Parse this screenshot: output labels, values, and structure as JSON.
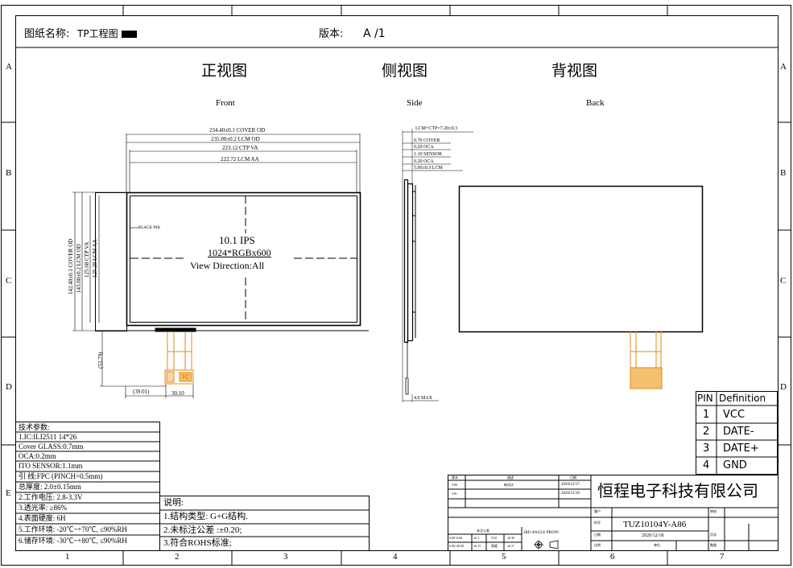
{
  "header": {
    "drawing_name_label": "图纸名称:",
    "drawing_name_value": "TP工程图",
    "version_label": "版本:",
    "version_value": "A /1"
  },
  "border": {
    "cols": [
      "1",
      "2",
      "3",
      "4",
      "5",
      "6",
      "7"
    ],
    "rows": [
      "A",
      "B",
      "C",
      "D",
      "E"
    ]
  },
  "views": {
    "front_title": "正视图",
    "front_sub": "Front",
    "side_title": "侧视图",
    "side_sub": "Side",
    "back_title": "背视图",
    "back_sub": "Back"
  },
  "front": {
    "dims": [
      "234.40±0.1 COVER OD",
      "235.00±0.2 LCM OD",
      "223.12 CTP VA",
      "222.72 LCM AA"
    ],
    "vdims": [
      "142.40±0.1 COVER OD",
      "143.00±0.2 LCM OD",
      "125.68 CTP VA",
      "125.28 LCM AA"
    ],
    "black_ink": "BLACK INK",
    "screen_lines": [
      "10.1 IPS",
      "1024*RGBx600",
      "View Direction:All"
    ],
    "fpc_dims": [
      "(53.79)",
      "(39.01)",
      "30.10"
    ],
    "ic_label": "IC"
  },
  "side": {
    "dims": [
      "LCM+CTP=7.20±0.3",
      "0.70 COVER",
      "0.20 OCA",
      "1.10 SENSOR",
      "0.20 OCA",
      "5.00±0.3 LCM"
    ],
    "bottom_dim": "4.0 MAX"
  },
  "pin_table": {
    "headers": [
      "PIN",
      "Definition"
    ],
    "rows": [
      [
        "1",
        "VCC"
      ],
      [
        "2",
        "DATE-"
      ],
      [
        "3",
        "DATE+"
      ],
      [
        "4",
        "GND"
      ]
    ]
  },
  "specs": {
    "title": "技术参数:",
    "lines": [
      "1.IC:ILI2511  14*26",
      "Cover GLASS:0.7mm",
      "OCA:0.2mm",
      "ITO SENSOR:1.1mm",
      "引  线:FPC (PINCH=0.5mm)",
      "总厚度: 2.0±0.15mm",
      "2.工作电压: 2.8-3.3V",
      "3.透光率: ≥86%",
      "4.表面硬度: 6H",
      "5.工作环境: -20℃~+70℃, ≤90%RH",
      "6.储存环境: -30℃~+80℃, ≤90%RH"
    ]
  },
  "notes": {
    "title": "说明:",
    "lines": [
      "1.结构类型: G+G结构.",
      "2.未标注公差 :±0.20;",
      "3.符合ROHS标准;"
    ]
  },
  "title_block": {
    "company": "恒程电子科技有限公司",
    "part_no": "TUZ10104Y-A86",
    "date": "2020/12/18",
    "rev_headers": [
      "版本",
      "描述",
      "日期"
    ],
    "rev_rows": [
      [
        "V00",
        "新设计",
        "2020/12/17"
      ],
      [
        "V01",
        "",
        "2020/12/18"
      ]
    ],
    "projection": "3RD ANGLE PROJN",
    "tolerance_title": "未注公差",
    "tol_rows": [
      [
        "0.00~6.00",
        "±0.1",
        "X10",
        "±0.30"
      ],
      [
        "6.00~30.00",
        "±0.15",
        "角度",
        "±0.3°"
      ]
    ],
    "small_labels": [
      "客户",
      "审核",
      "料号",
      "日期",
      "比例",
      "单位",
      "页次",
      "数量"
    ]
  }
}
